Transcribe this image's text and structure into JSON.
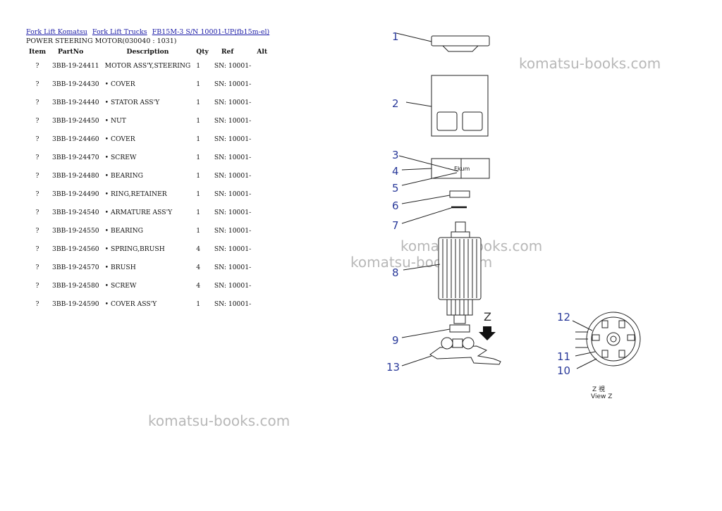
{
  "breadcrumbs": [
    {
      "label": "Fork Lift Komatsu"
    },
    {
      "label": "Fork Lift Trucks"
    },
    {
      "label": "FB15M-3 S/N 10001-UP(fb15m-el)"
    }
  ],
  "subtitle": "POWER STEERING MOTOR(030040 : 1031)",
  "table": {
    "headers": {
      "item": "Item",
      "part": "PartNo",
      "desc": "Description",
      "qty": "Qty",
      "ref": "Ref",
      "alt": "Alt"
    },
    "rows": [
      {
        "item": "?",
        "part": "3BB-19-24411",
        "desc": "MOTOR ASS'Y,STEERING",
        "qty": "1",
        "ref": "SN: 10001-"
      },
      {
        "item": "?",
        "part": "3BB-19-24430",
        "desc": "• COVER",
        "qty": "1",
        "ref": "SN: 10001-"
      },
      {
        "item": "?",
        "part": "3BB-19-24440",
        "desc": "• STATOR ASS'Y",
        "qty": "1",
        "ref": "SN: 10001-"
      },
      {
        "item": "?",
        "part": "3BB-19-24450",
        "desc": "• NUT",
        "qty": "1",
        "ref": "SN: 10001-"
      },
      {
        "item": "?",
        "part": "3BB-19-24460",
        "desc": "• COVER",
        "qty": "1",
        "ref": "SN: 10001-"
      },
      {
        "item": "?",
        "part": "3BB-19-24470",
        "desc": "• SCREW",
        "qty": "1",
        "ref": "SN: 10001-"
      },
      {
        "item": "?",
        "part": "3BB-19-24480",
        "desc": "• BEARING",
        "qty": "1",
        "ref": "SN: 10001-"
      },
      {
        "item": "?",
        "part": "3BB-19-24490",
        "desc": "• RING,RETAINER",
        "qty": "1",
        "ref": "SN: 10001-"
      },
      {
        "item": "?",
        "part": "3BB-19-24540",
        "desc": "• ARMATURE ASS'Y",
        "qty": "1",
        "ref": "SN: 10001-"
      },
      {
        "item": "?",
        "part": "3BB-19-24550",
        "desc": "• BEARING",
        "qty": "1",
        "ref": "SN: 10001-"
      },
      {
        "item": "?",
        "part": "3BB-19-24560",
        "desc": "• SPRING,BRUSH",
        "qty": "4",
        "ref": "SN: 10001-"
      },
      {
        "item": "?",
        "part": "3BB-19-24570",
        "desc": "• BRUSH",
        "qty": "4",
        "ref": "SN: 10001-"
      },
      {
        "item": "?",
        "part": "3BB-19-24580",
        "desc": "• SCREW",
        "qty": "4",
        "ref": "SN: 10001-"
      },
      {
        "item": "?",
        "part": "3BB-19-24590",
        "desc": "• COVER ASS'Y",
        "qty": "1",
        "ref": "SN: 10001-"
      }
    ]
  },
  "watermark": "komatsu-books.com",
  "diagram": {
    "callouts": [
      "1",
      "2",
      "3",
      "4",
      "5",
      "6",
      "7",
      "8",
      "9",
      "10",
      "11",
      "12",
      "13"
    ],
    "arrow_label": "Z",
    "view_label_cn": "Z 視",
    "view_label": "View Z"
  },
  "colors": {
    "link": "#1a1aa6",
    "callout": "#2a3a9a",
    "watermark": "#b8b8b8"
  }
}
